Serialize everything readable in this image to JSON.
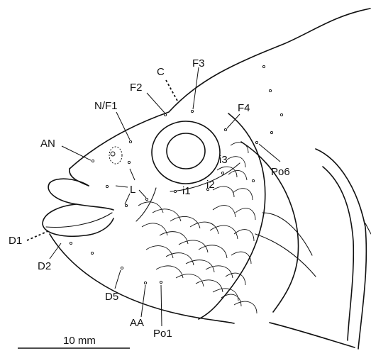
{
  "labels": {
    "C": "C",
    "F3": "F3",
    "F2": "F2",
    "N_F1": "N/F1",
    "F4": "F4",
    "AN": "AN",
    "i3": "i3",
    "Po6": "Po6",
    "L": "L",
    "i2": "i2",
    "i1": "i1",
    "D1": "D1",
    "D2": "D2",
    "D5": "D5",
    "AA": "AA",
    "Po1": "Po1"
  },
  "scale_bar": {
    "label": "10 mm"
  }
}
